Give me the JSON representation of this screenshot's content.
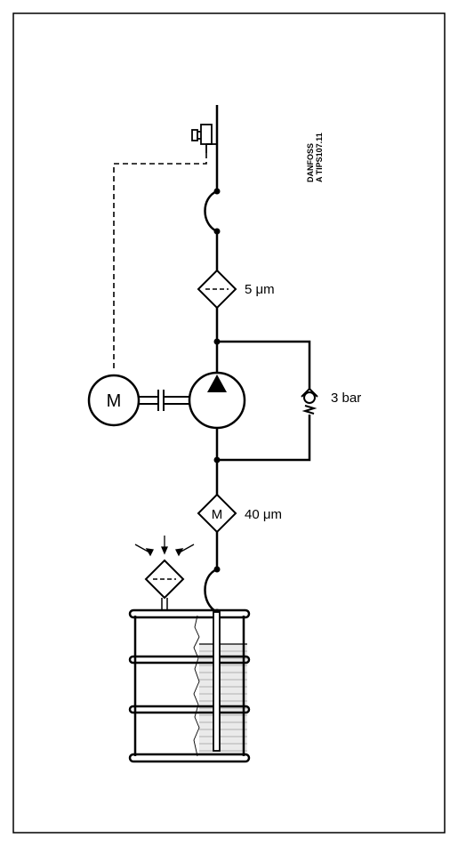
{
  "motor": {
    "label": "M"
  },
  "filter_top": {
    "rating": "5  μm"
  },
  "filter_bottom": {
    "symbol": "M",
    "rating": "40  μm"
  },
  "relief_valve": {
    "setting": "3 bar"
  },
  "code": {
    "line1": "DANFOSS",
    "line2": "A  TIPS107.11"
  }
}
